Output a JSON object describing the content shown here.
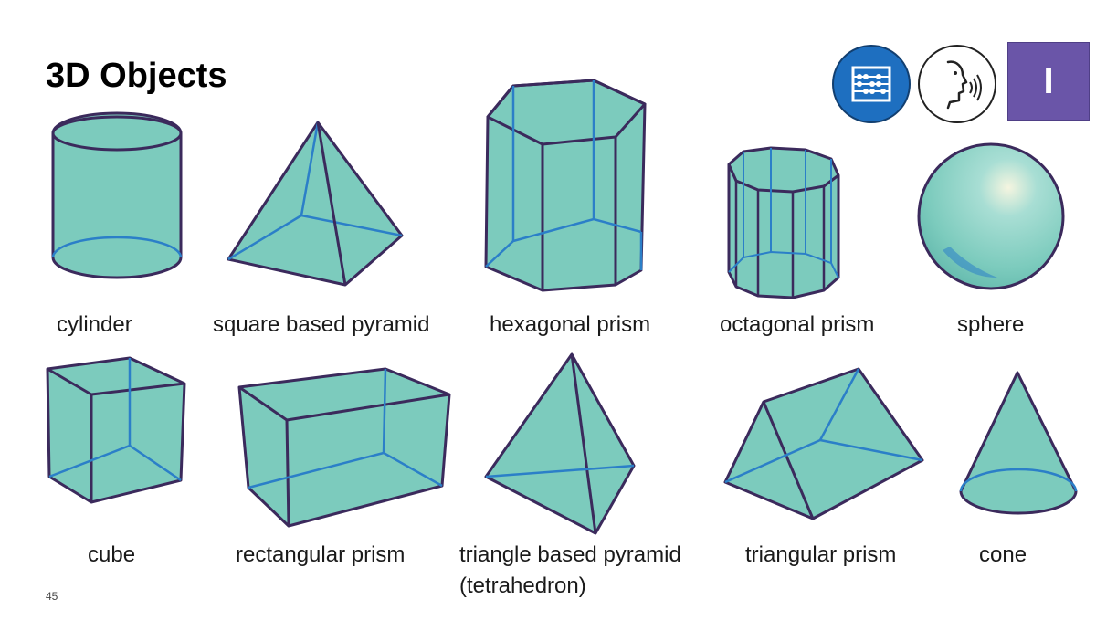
{
  "title": "3D Objects",
  "page_number": "45",
  "badge_letter": "I",
  "colors": {
    "fill": "#7ccbbd",
    "outline": "#3b2a5c",
    "hidden_edge": "#2b7fc8",
    "badge_blue": "#1e6fc0",
    "badge_purple": "#6a55a8"
  },
  "icons": [
    "abacus-icon",
    "speaking-head-icon"
  ],
  "shapes": {
    "cylinder": "cylinder",
    "square_pyramid": "square based pyramid",
    "hexagonal_prism": "hexagonal prism",
    "octagonal_prism": "octagonal prism",
    "sphere": "sphere",
    "cube": "cube",
    "rectangular_prism": "rectangular prism",
    "tetrahedron_line1": "triangle based pyramid",
    "tetrahedron_line2": "(tetrahedron)",
    "triangular_prism": "triangular prism",
    "cone": "cone"
  }
}
